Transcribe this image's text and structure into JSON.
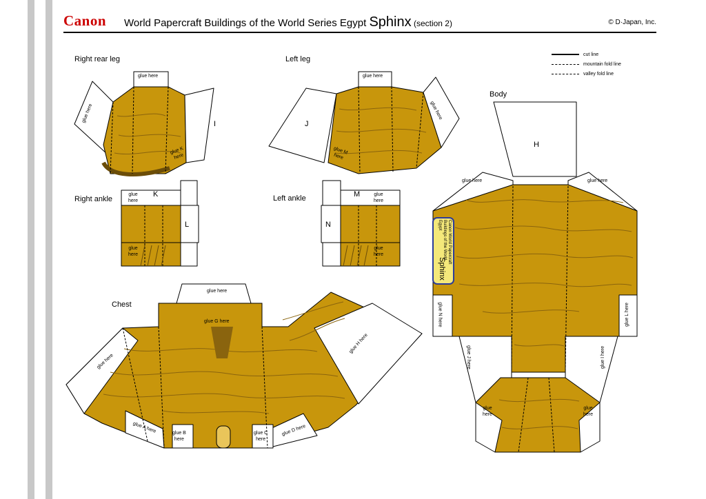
{
  "header": {
    "brand": "Canon",
    "title_main": "World Papercraft  Buildings of the World Series  Egypt ",
    "title_name": "Sphinx",
    "title_section": " (section 2)",
    "copyright": "© D·Japan, Inc."
  },
  "legend": {
    "cut": "cut line",
    "mountain": "mountain fold line",
    "valley": "valley fold line"
  },
  "parts": {
    "right_rear_leg": "Right rear leg",
    "left_leg": "Left leg",
    "body": "Body",
    "right_ankle": "Right ankle",
    "left_ankle": "Left ankle",
    "chest": "Chest"
  },
  "letters": {
    "i": "I",
    "j": "J",
    "h": "H",
    "k": "K",
    "l": "L",
    "m": "M",
    "n": "N"
  },
  "notes": {
    "glue_here": "glue here",
    "glue": "glue",
    "here": "here",
    "glue_k": "glue K",
    "glue_m": "glue M",
    "glue_g": "glue G here",
    "glue_h": "glue H here",
    "glue_n": "glue N here",
    "glue_l": "glue L here",
    "glue_j": "glue J here",
    "glue_i": "glue I here",
    "glue_a": "glue A here",
    "glue_b": "glue B",
    "glue_c": "glue C",
    "glue_d": "glue D here"
  },
  "plaque": {
    "line1": "Canon World Papercraft",
    "line2": "Buildings of the World",
    "line3": "Egypt",
    "line4": "Sphinx"
  },
  "colors": {
    "tan": "#c8960c",
    "tan_dark": "#8a640e",
    "brand_red": "#cc0000",
    "plaque": "#f4e87a"
  }
}
